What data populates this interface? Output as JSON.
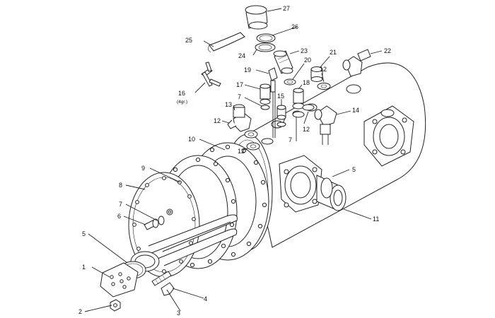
{
  "callouts": {
    "c1": "1",
    "c2": "2",
    "c3": "3",
    "c4": "4",
    "c5a": "5",
    "c5b": "5",
    "c6": "6",
    "c7a": "7",
    "c7b": "7",
    "c7c": "7",
    "c8": "8",
    "c9": "9",
    "c10": "10",
    "c11": "11",
    "c12a": "12",
    "c12b": "12",
    "c12c": "12",
    "c12d": "12",
    "c13": "13",
    "c14": "14",
    "c15": "15",
    "c16": "16",
    "c16note": "(4gr.)",
    "c17": "17",
    "c18": "18",
    "c19": "19",
    "c20": "20",
    "c21": "21",
    "c22": "22",
    "c23": "23",
    "c24": "24",
    "c25": "25",
    "c26": "26",
    "c27": "27"
  }
}
